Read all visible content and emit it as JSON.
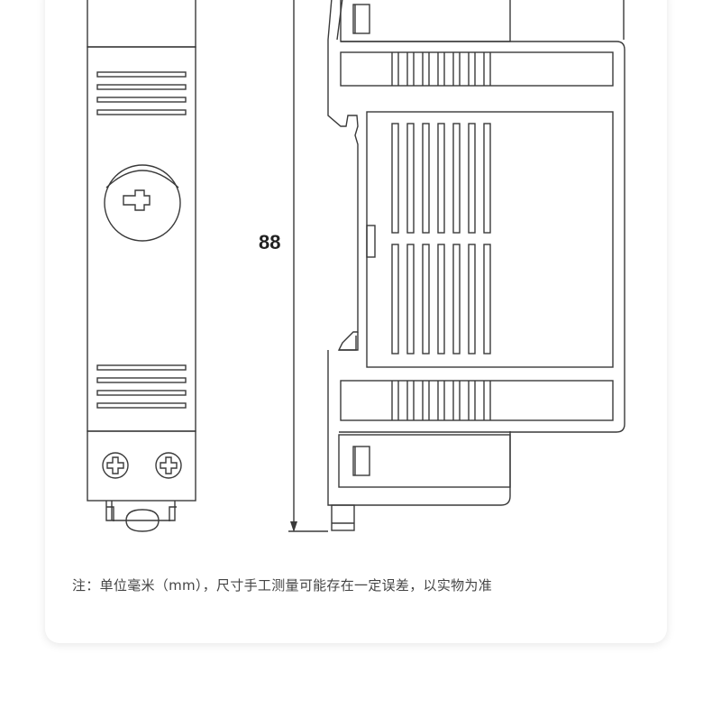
{
  "dimension": {
    "height_label": "88",
    "unit": "mm"
  },
  "note": "注：单位毫米（mm），尺寸手工测量可能存在一定误差，以实物为准",
  "colors": {
    "line": "#3a3a3a",
    "background": "#ffffff",
    "text": "#444444"
  }
}
